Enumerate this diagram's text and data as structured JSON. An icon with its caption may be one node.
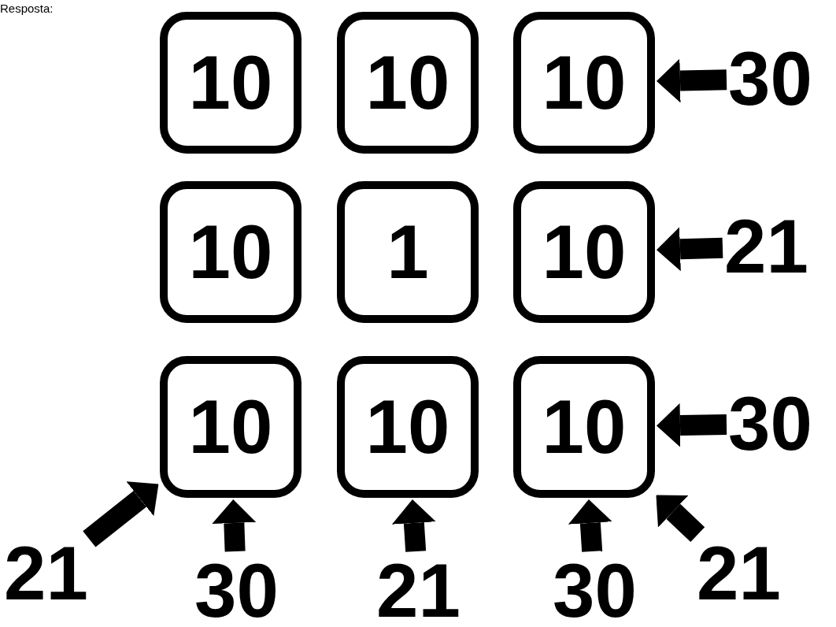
{
  "diagram": {
    "nodes": [
      {
        "text": [
          "10"
        ]
      },
      {
        "text": [
          "10"
        ]
      },
      {
        "text": [
          "10"
        ]
      },
      {
        "text": [
          "10"
        ]
      },
      {
        "text": [
          "1"
        ]
      },
      {
        "text": [
          "10"
        ]
      },
      {
        "text": [
          "10"
        ]
      },
      {
        "text": [
          "10"
        ]
      },
      {
        "text": [
          "10"
        ]
      },
      {
        "text": [
          "30"
        ]
      },
      {
        "text": [
          "21"
        ]
      },
      {
        "text": [
          "30"
        ]
      },
      {
        "text": [
          "21"
        ]
      },
      {
        "text": [
          "30"
        ]
      },
      {
        "text": [
          "21"
        ]
      },
      {
        "text": [
          "30"
        ]
      },
      {
        "text": [
          "21"
        ]
      }
    ],
    "edges": [
      {
        "from": 9,
        "to": 2,
        "arrow": "to"
      },
      {
        "from": 10,
        "to": 5,
        "arrow": "to"
      },
      {
        "from": 11,
        "to": 8,
        "arrow": "to"
      },
      {
        "from": 12,
        "to": 6,
        "arrow": "to"
      },
      {
        "from": 13,
        "to": 6,
        "arrow": "to"
      },
      {
        "from": 14,
        "to": 7,
        "arrow": "to"
      },
      {
        "from": 15,
        "to": 8,
        "arrow": "to"
      },
      {
        "from": 16,
        "to": 8,
        "arrow": "to"
      }
    ],
    "labels": [
      "Resposta:"
    ]
  }
}
